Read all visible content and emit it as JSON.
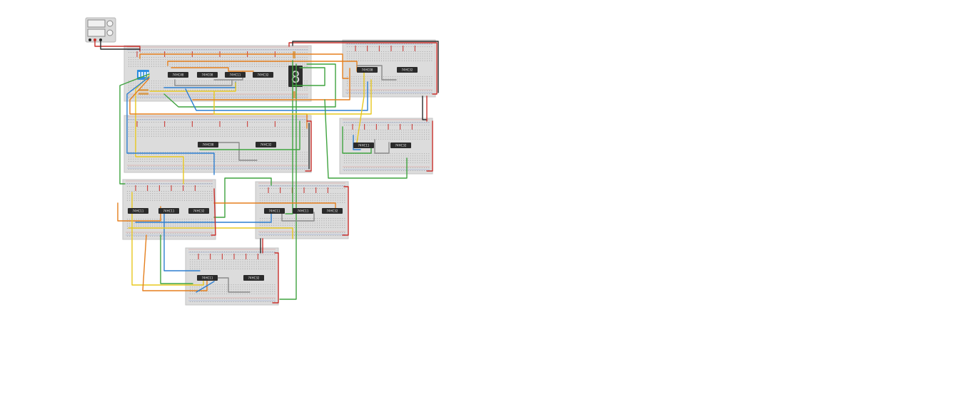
{
  "colors": {
    "board": "#dcdcdc",
    "board_edge": "#c4c4c4",
    "rail_red": "#d6453d",
    "rail_blue": "#3a6bd1",
    "hole": "#9a9a9a",
    "chip": "#2b2b2b",
    "chip_text": "#e8e8e8",
    "wire_red": "#c9302c",
    "wire_black": "#2b2b2b",
    "wire_orange": "#e57f1d",
    "wire_yellow": "#e8c81e",
    "wire_green": "#3fa33f",
    "wire_blue": "#2d7fd1",
    "wire_gray": "#8a8a8a",
    "dip_switch": "#2d8ee0",
    "display": "#2e2e2e",
    "display_segment": "#d0d0d0"
  },
  "power_supply": {
    "icon": "power-supply-icon"
  },
  "breadboards": [
    {
      "name": "main",
      "chips": [
        "74HC48",
        "74HC08",
        "74HC11",
        "74HC32"
      ],
      "has_dip_switch": true,
      "has_display": true
    },
    {
      "name": "top-right",
      "chips": [
        "74HC08",
        "74HC32"
      ]
    },
    {
      "name": "middle-left",
      "chips": [
        "74HC08",
        "74HC32"
      ]
    },
    {
      "name": "middle-right",
      "chips": [
        "74HC11",
        "74HC32"
      ]
    },
    {
      "name": "lower-left",
      "chips": [
        "74HC11",
        "74HC11",
        "74HC32"
      ]
    },
    {
      "name": "lower-center",
      "chips": [
        "74HC11",
        "74HC11",
        "74HC32"
      ]
    },
    {
      "name": "bottom",
      "chips": [
        "74HC11",
        "74HC32"
      ]
    }
  ],
  "seven_segment": {
    "digit": "8",
    "icon": "seven-segment-display-icon"
  },
  "dip_switch": {
    "icon": "dip-switch-icon",
    "positions": 4
  }
}
